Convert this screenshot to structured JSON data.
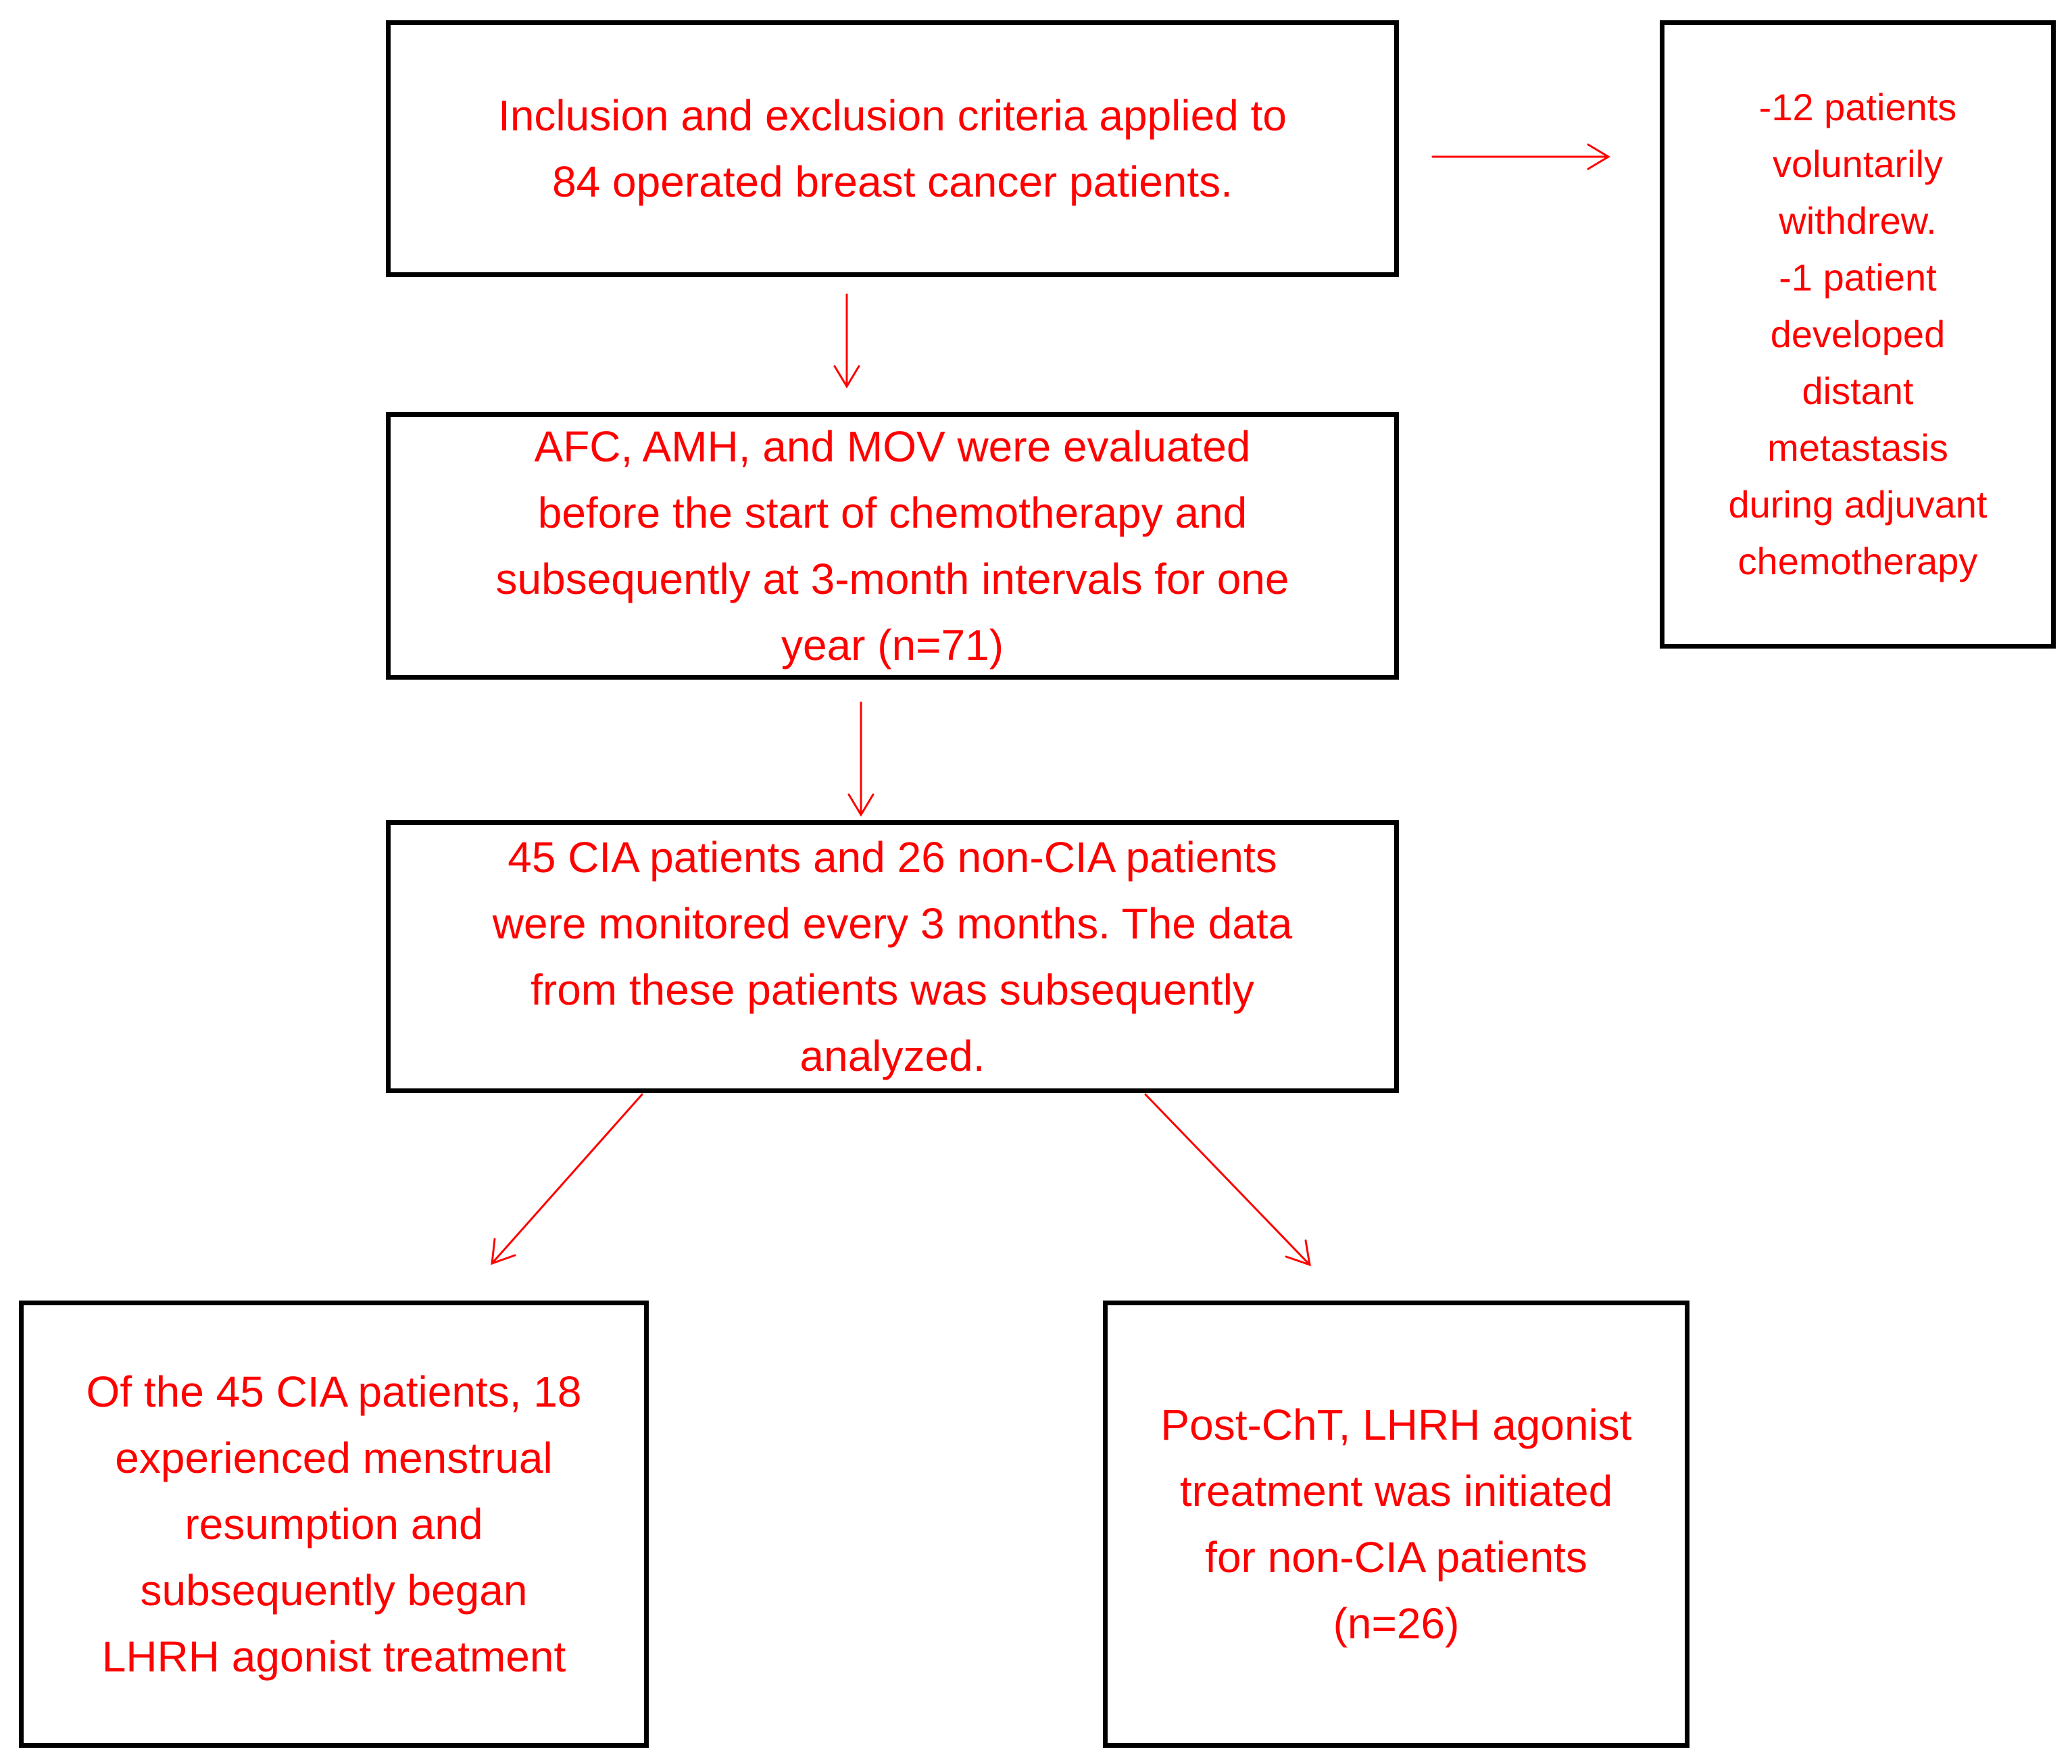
{
  "flowchart": {
    "colors": {
      "text": "#ff0000",
      "arrow": "#ff0000",
      "border": "#000000"
    },
    "nodes": {
      "inclusion": {
        "text": "Inclusion and exclusion criteria applied to\n84 operated breast cancer patients."
      },
      "excluded": {
        "text": "-12 patients\nvoluntarily\nwithdrew.\n-1 patient\ndeveloped\ndistant\nmetastasis\nduring adjuvant\nchemotherapy"
      },
      "evaluation": {
        "text": "AFC, AMH, and MOV were evaluated\nbefore the start of chemotherapy and\nsubsequently at 3-month intervals for one\nyear (n=71)"
      },
      "monitoring": {
        "text": "45 CIA patients and 26 non-CIA patients\nwere monitored every 3 months. The data\nfrom these patients was subsequently\nanalyzed."
      },
      "cia": {
        "text": "Of the 45 CIA patients, 18\nexperienced menstrual\nresumption and\nsubsequently began\nLHRH agonist treatment"
      },
      "non_cia": {
        "text": "Post-ChT, LHRH agonist\ntreatment was initiated\nfor non-CIA patients\n(n=26)"
      }
    },
    "edges": [
      {
        "from": "inclusion",
        "to": "excluded"
      },
      {
        "from": "inclusion",
        "to": "evaluation"
      },
      {
        "from": "evaluation",
        "to": "monitoring"
      },
      {
        "from": "monitoring",
        "to": "cia"
      },
      {
        "from": "monitoring",
        "to": "non_cia"
      }
    ]
  }
}
